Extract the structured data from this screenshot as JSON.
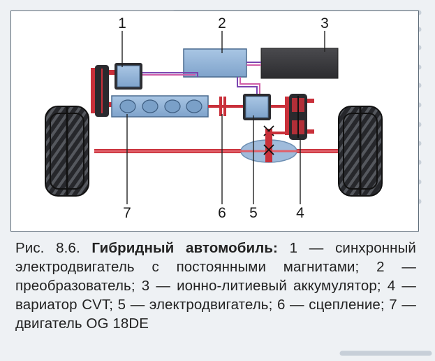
{
  "figure": {
    "callouts": [
      "1",
      "2",
      "3",
      "7",
      "6",
      "5",
      "4"
    ]
  },
  "caption": {
    "prefix": "Рис. 8.6.",
    "title": "Гибридный автомобиль:",
    "body": "1 — синхронный электродвигатель с постоянными магнитами; 2 — преобразователь; 3 — ионно-литиевый аккумулятор; 4 — вариатор CVT; 5 — электродвигатель; 6 — сцепление; 7 — двигатель OG 18DE"
  },
  "colors": {
    "frame_bg": "#ffffff",
    "component_blue": "#8fb3d8",
    "battery_gray": "#3b3b3e",
    "axle_red": "#c9303a",
    "wire_purple": "#7a45b0",
    "wire_pink": "#d15fa8",
    "tire_dark": "#1e1f22"
  }
}
